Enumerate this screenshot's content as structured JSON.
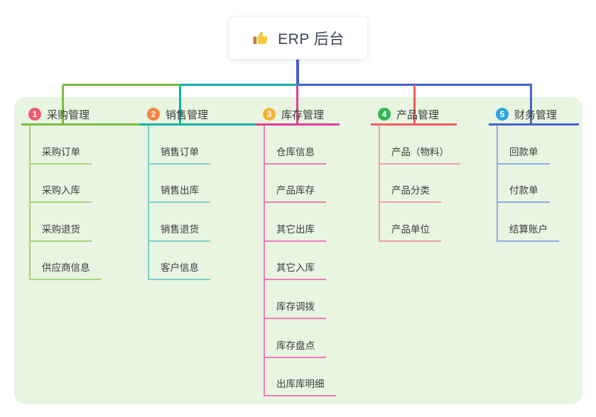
{
  "root": {
    "icon": "thumbs-up",
    "label": "ERP 后台"
  },
  "panel_color": "#e7f5e1",
  "connector_color": "#4a5cc5",
  "branches": [
    {
      "badge": "1",
      "label": "采购管理",
      "badge_color": "#ef5b70",
      "line_color": "#7cbd3f",
      "child_line_color": "#a9d37e",
      "children": [
        "采购订单",
        "采购入库",
        "采购退货",
        "供应商信息"
      ]
    },
    {
      "badge": "2",
      "label": "销售管理",
      "badge_color": "#f5823f",
      "line_color": "#14b2a6",
      "child_line_color": "#7fd1ca",
      "children": [
        "销售订单",
        "销售出库",
        "销售退货",
        "客户信息"
      ]
    },
    {
      "badge": "3",
      "label": "库存管理",
      "badge_color": "#f7b32f",
      "line_color": "#e23e98",
      "child_line_color": "#ef7cb8",
      "children": [
        "仓库信息",
        "产品库存",
        "其它出库",
        "其它入库",
        "库存调拨",
        "库存盘点",
        "出库库明细"
      ]
    },
    {
      "badge": "4",
      "label": "产品管理",
      "badge_color": "#33b457",
      "line_color": "#f25d5d",
      "child_line_color": "#f59fa0",
      "children": [
        "产品（物料）",
        "产品分类",
        "产品单位"
      ]
    },
    {
      "badge": "5",
      "label": "财务管理",
      "badge_color": "#2ba6df",
      "line_color": "#4264cc",
      "child_line_color": "#94aae2",
      "children": [
        "回款单",
        "付款单",
        "结算账户"
      ]
    }
  ]
}
